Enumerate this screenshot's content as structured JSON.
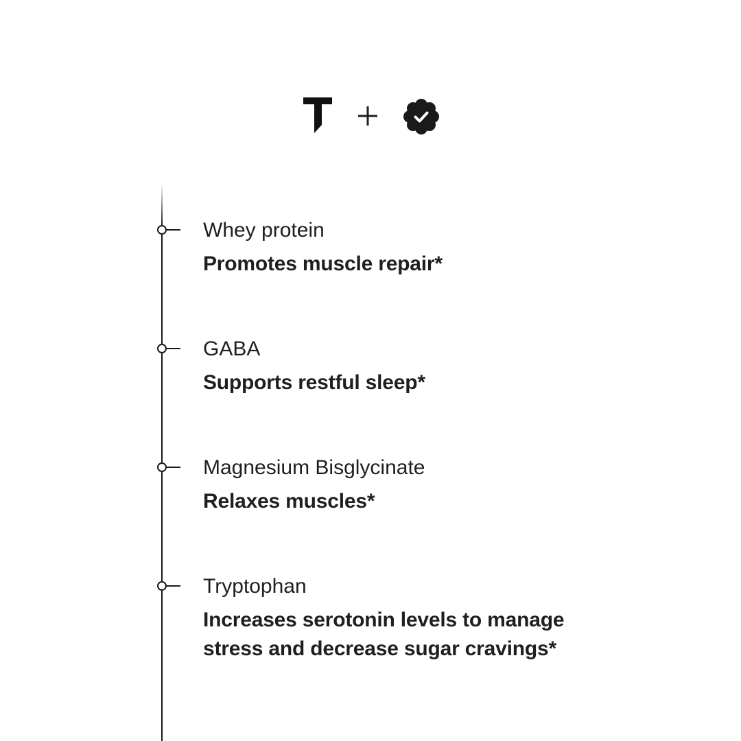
{
  "header": {
    "brand_icon": "t-logo-icon",
    "plus_icon": "plus-icon",
    "badge_icon": "verified-badge-icon"
  },
  "ingredients": [
    {
      "name": "Whey protein",
      "benefit": "Promotes muscle repair*"
    },
    {
      "name": "GABA",
      "benefit": "Supports restful sleep*"
    },
    {
      "name": "Magnesium Bisglycinate",
      "benefit": "Relaxes muscles*"
    },
    {
      "name": "Tryptophan",
      "benefit": "Increases serotonin levels to manage stress and decrease sugar cravings*"
    }
  ],
  "colors": {
    "background": "#ffffff",
    "text": "#1f1f1f",
    "line": "#1a1a1a"
  }
}
